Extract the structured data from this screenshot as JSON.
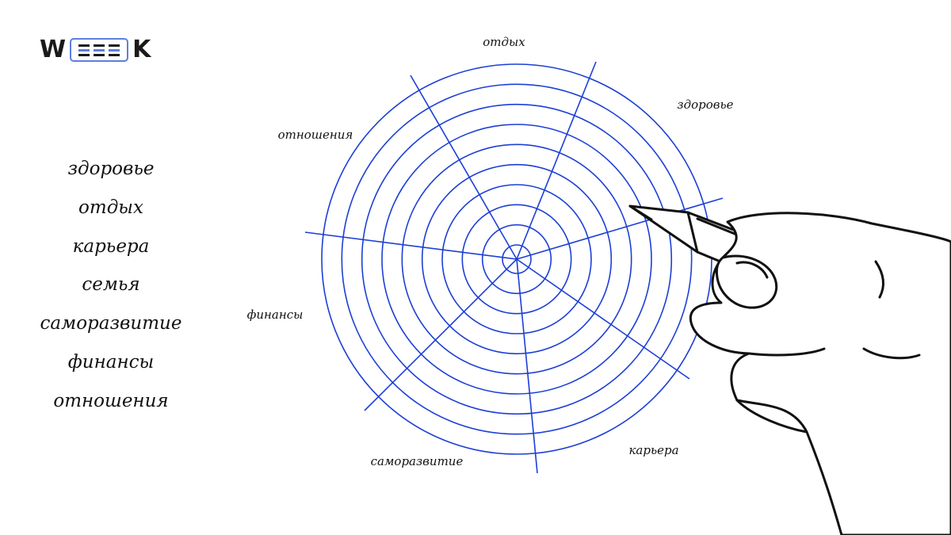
{
  "brand": {
    "logo_left": "W",
    "logo_right": "K",
    "accent_color": "#5b7fe0"
  },
  "list_items": [
    "здоровье",
    "отдых",
    "карьера",
    "семья",
    "саморазвитие",
    "финансы",
    "отношения"
  ],
  "wheel": {
    "ring_count": 10,
    "spoke_count": 7,
    "line_color": "#1c3fd6",
    "segment_labels": [
      "отдых",
      "здоровье",
      "карьера",
      "саморазвитие",
      "финансы",
      "отношения"
    ]
  },
  "illustration": {
    "icon": "hand-with-pencil-icon"
  }
}
